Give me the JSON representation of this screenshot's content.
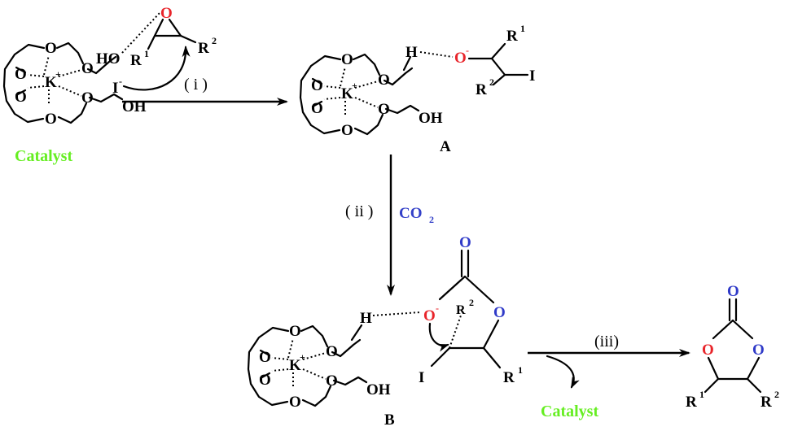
{
  "labels": {
    "catalyst": "Catalyst",
    "catalyst_out": "Catalyst",
    "intermediate_a": "A",
    "intermediate_b": "B"
  },
  "steps": {
    "step1": "( i )",
    "step2": "( ii )",
    "step3": "(iii)",
    "reagent2": "CO"
  },
  "atoms": {
    "O": "O",
    "K": "K",
    "H": "H",
    "I": "I",
    "OH": "OH",
    "HO": "HO",
    "R": "R"
  },
  "colors": {
    "oxygen_red": "#e8242a",
    "oxygen_blue": "#2f3ac8",
    "green": "#66ee22",
    "co2_blue": "#3340c8"
  }
}
